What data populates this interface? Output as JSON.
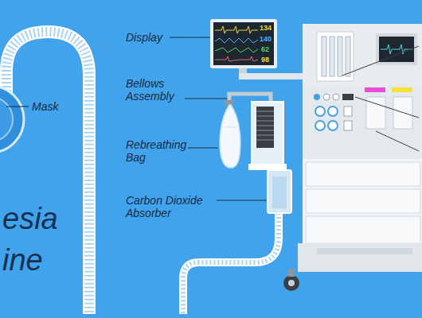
{
  "diagram": {
    "labels": [
      "Mask",
      "Display",
      "Bellows Assembly",
      "Rebreathing Bag",
      "Carbon Dioxide Absorber",
      "esia",
      "ine",
      "134",
      "140",
      "62",
      "98"
    ]
  }
}
